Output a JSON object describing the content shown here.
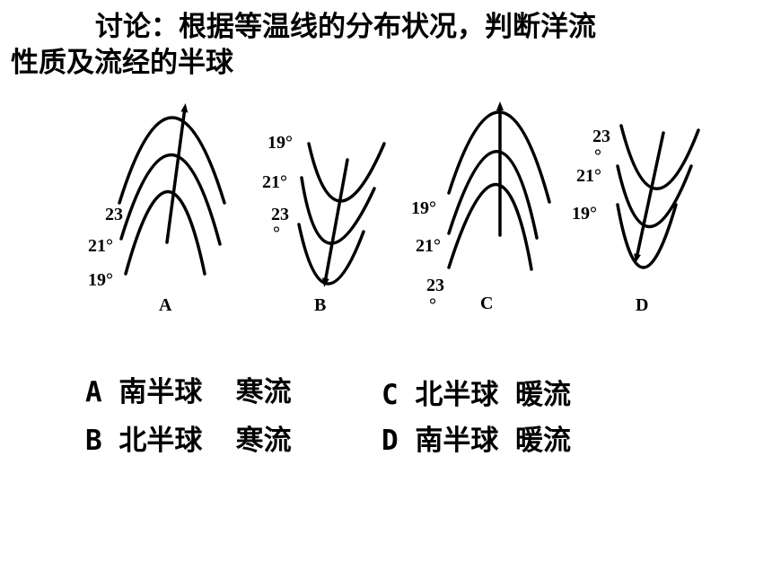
{
  "question": {
    "line1": "讨论：根据等温线的分布状况，判断洋流",
    "line2": "性质及流经的半球"
  },
  "panels": {
    "A": {
      "letter": "A",
      "labels": [
        {
          "text": "23"
        },
        {
          "text": "21°"
        },
        {
          "text": "19°"
        }
      ]
    },
    "B": {
      "letter": "B",
      "labels": [
        {
          "text": "19°"
        },
        {
          "text": "21°"
        },
        {
          "text": "23"
        },
        {
          "text": "°"
        }
      ]
    },
    "C": {
      "letter": "C",
      "labels": [
        {
          "text": "19°"
        },
        {
          "text": "21°"
        },
        {
          "text": "23"
        },
        {
          "text": "°"
        }
      ]
    },
    "D": {
      "letter": "D",
      "labels": [
        {
          "text": "23"
        },
        {
          "text": "°"
        },
        {
          "text": "21°"
        },
        {
          "text": "19°"
        }
      ]
    }
  },
  "options": {
    "A": "A 南半球  寒流",
    "B": "B 北半球  寒流",
    "C": "C 北半球 暖流",
    "D": "D 南半球 暖流"
  }
}
